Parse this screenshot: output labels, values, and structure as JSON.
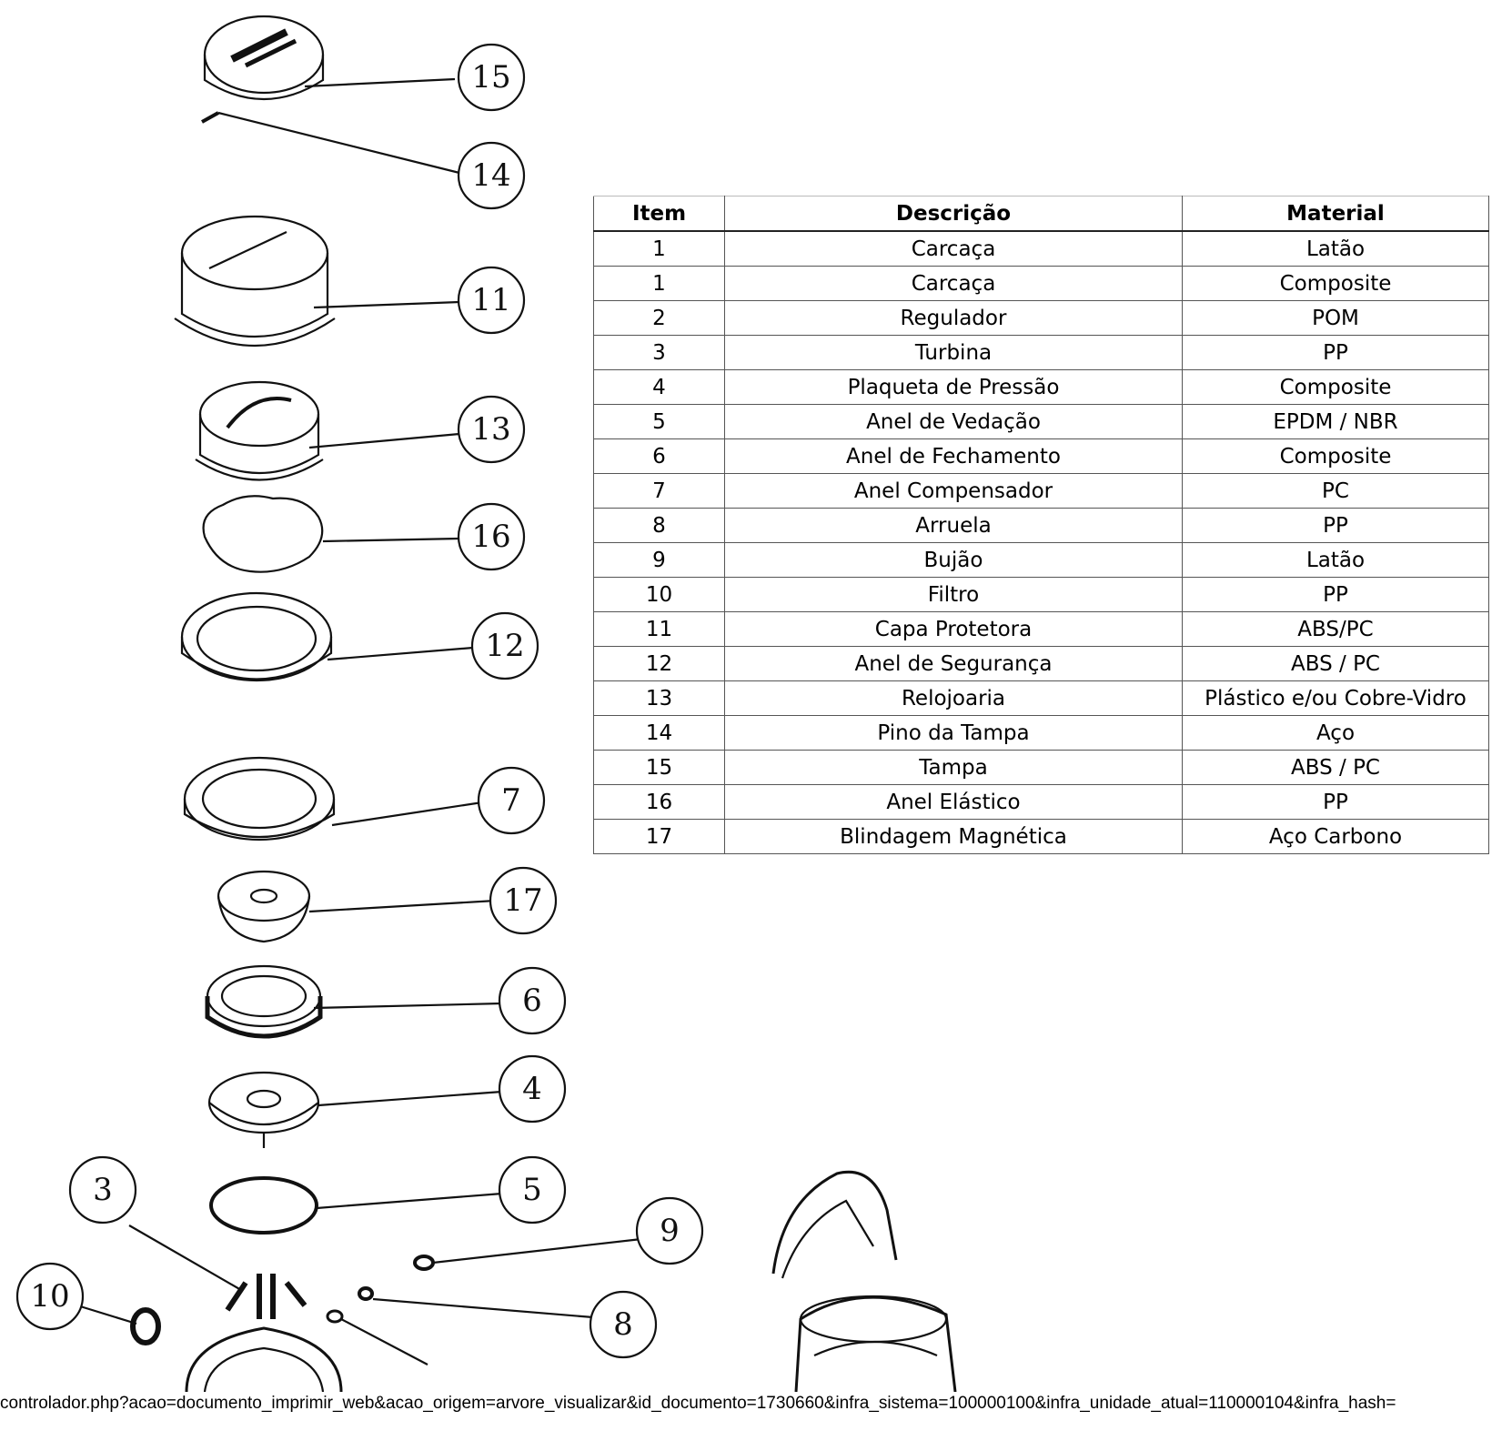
{
  "callouts": [
    "15",
    "14",
    "11",
    "13",
    "16",
    "12",
    "7",
    "17",
    "6",
    "4",
    "5",
    "3",
    "9",
    "10",
    "8"
  ],
  "table": {
    "headers": [
      "Item",
      "Descrição",
      "Material"
    ],
    "rows": [
      [
        "1",
        "Carcaça",
        "Latão"
      ],
      [
        "1",
        "Carcaça",
        "Composite"
      ],
      [
        "2",
        "Regulador",
        "POM"
      ],
      [
        "3",
        "Turbina",
        "PP"
      ],
      [
        "4",
        "Plaqueta de Pressão",
        "Composite"
      ],
      [
        "5",
        "Anel de Vedação",
        "EPDM / NBR"
      ],
      [
        "6",
        "Anel de Fechamento",
        "Composite"
      ],
      [
        "7",
        "Anel Compensador",
        "PC"
      ],
      [
        "8",
        "Arruela",
        "PP"
      ],
      [
        "9",
        "Bujão",
        "Latão"
      ],
      [
        "10",
        "Filtro",
        "PP"
      ],
      [
        "11",
        "Capa Protetora",
        "ABS/PC"
      ],
      [
        "12",
        "Anel de Segurança",
        "ABS / PC"
      ],
      [
        "13",
        "Relojoaria",
        "Plástico e/ou Cobre-Vidro"
      ],
      [
        "14",
        "Pino da Tampa",
        "Aço"
      ],
      [
        "15",
        "Tampa",
        "ABS / PC"
      ],
      [
        "16",
        "Anel Elástico",
        "PP"
      ],
      [
        "17",
        "Blindagem Magnética",
        "Aço Carbono"
      ]
    ]
  },
  "footer": {
    "url": "controlador.php?acao=documento_imprimir_web&acao_origem=arvore_visualizar&id_documento=1730660&infra_sistema=100000100&infra_unidade_atual=110000104&infra_hash="
  }
}
